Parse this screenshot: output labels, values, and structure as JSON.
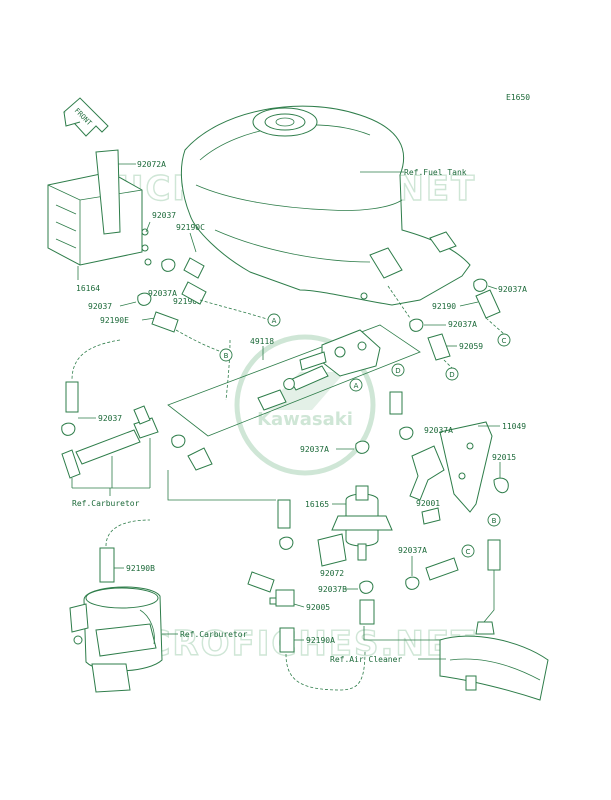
{
  "diagram_code": "E1650",
  "watermark_text": "MICROFICHES.NET",
  "logo_text": "Kawasaki",
  "front_arrow_label": "FRONT",
  "colors": {
    "line": "#2e7d4a",
    "text": "#1d6a3a",
    "watermark": "#cfe6d6",
    "background": "#ffffff"
  },
  "refs": {
    "fuel_tank": "Ref.Fuel Tank",
    "carb_left": "Ref.Carburetor",
    "carb_bottom": "Ref.Carburetor",
    "air_cleaner": "Ref.Air Cleaner"
  },
  "connectors": {
    "A": "A",
    "B": "B",
    "C": "C",
    "D": "D"
  },
  "parts": {
    "p92072A": "92072A",
    "p92037_a": "92037",
    "p92190C": "92190C",
    "p16164": "16164",
    "p92037A_a": "92037A",
    "p92190D": "92190D",
    "p92037_b": "92037",
    "p92190E": "92190E",
    "p49118": "49118",
    "p92037_c": "92037",
    "p92190B": "92190B",
    "p92037A_b": "92037A",
    "p92190": "92190",
    "p92037A_c": "92037A",
    "p92059": "92059",
    "p92037A_d": "92037A",
    "p11049": "11049",
    "p92037A_e": "92037A",
    "p92015": "92015",
    "p16165": "16165",
    "p92001": "92001",
    "p92072": "92072",
    "p92037A_f": "92037A",
    "p92037B": "92037B",
    "p92005": "92005",
    "p92190A": "92190A"
  }
}
